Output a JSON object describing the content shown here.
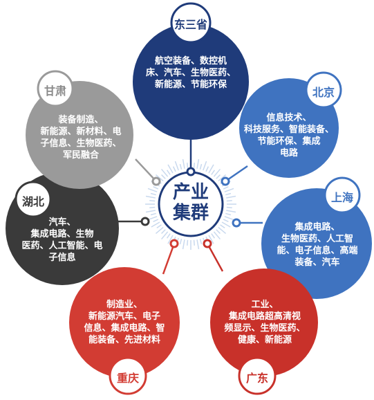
{
  "center": {
    "line1": "产业",
    "line2": "集群"
  },
  "colors": {
    "navy": "#1f3b7a",
    "blue": "#3f73c0",
    "red": "#d23c33",
    "red_dark": "#c8312a",
    "gray": "#9a9a9a",
    "dark": "#3a3a3a",
    "ring": "#c9d9ee"
  },
  "regions": [
    {
      "id": "dongsansheng",
      "name": "东三省",
      "lines": [
        "航空装备、数控机",
        "床、汽车、生物医药、",
        "新能源、节能环保"
      ]
    },
    {
      "id": "beijing",
      "name": "北京",
      "lines": [
        "信息技术、",
        "科技服务、智能装备、",
        "节能环保、集成",
        "电路"
      ]
    },
    {
      "id": "shanghai",
      "name": "上海",
      "lines": [
        "集成电路、",
        "生物医药、人工智",
        "能、电子信息、高端",
        "装备、汽车"
      ]
    },
    {
      "id": "guangdong",
      "name": "广东",
      "lines": [
        "工业、",
        "集成电路超高清视",
        "频显示、生物医药、",
        "健康、新能源"
      ]
    },
    {
      "id": "chongqing",
      "name": "重庆",
      "lines": [
        "制造业、",
        "新能源汽车、电子",
        "信息、集成电路、智",
        "能装备、先进材料"
      ]
    },
    {
      "id": "hubei",
      "name": "湖北",
      "lines": [
        "汽车、",
        "集成电路、生物",
        "医药、人工智能、电",
        "子信息"
      ]
    },
    {
      "id": "gansu",
      "name": "甘肃",
      "lines": [
        "装备制造、",
        "新能源、新材料、电",
        "子信息、生物医药、",
        "军民融合"
      ]
    }
  ]
}
